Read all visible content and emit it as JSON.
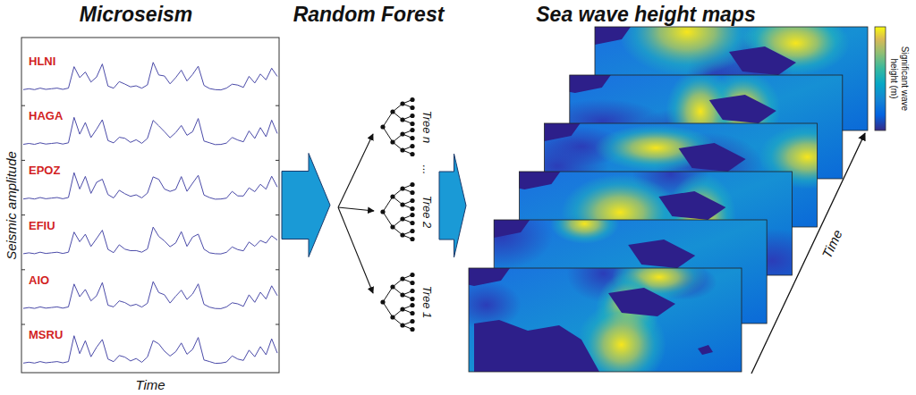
{
  "diagram": {
    "nodes": [
      {
        "text": [
          "Microseism",
          "HLNI",
          "HAGA",
          "EPOZ",
          "EFIU",
          "AIO",
          "MSRU"
        ]
      },
      {
        "text": [
          "Random Forest",
          "Tree n",
          "Tree 2",
          "Tree 1"
        ]
      },
      {
        "text": [
          "Sea wave height maps"
        ]
      }
    ],
    "edges": [
      {
        "from": 0,
        "to": 1,
        "arrow": "to"
      },
      {
        "from": 1,
        "to": 2,
        "arrow": "to"
      }
    ],
    "labels": [
      "Seismic amplitude",
      "Time",
      "...",
      "Significant wave height (m)",
      "Time"
    ]
  }
}
